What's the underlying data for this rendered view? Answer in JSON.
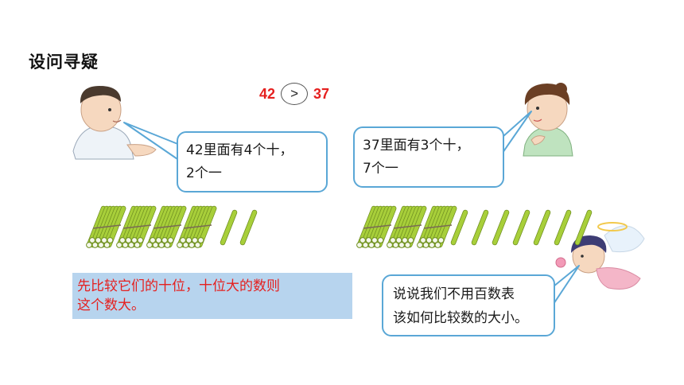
{
  "title": "设问寻疑",
  "comparison": {
    "left": "42",
    "operator": ">",
    "right": "37"
  },
  "bubble_boy": {
    "line1": "42里面有4个十，",
    "line2": "2个一"
  },
  "bubble_girl": {
    "line1": "37里面有3个十，",
    "line2": "7个一"
  },
  "note": {
    "line1": "先比较它们的十位，十位大的数则",
    "line2": "这个数大。"
  },
  "bubble_fairy": {
    "line1": "说说我们不用百数表",
    "line2": "该如何比较数的大小。"
  },
  "sticks": {
    "left": {
      "bundles_of_ten": 4,
      "singles": 2
    },
    "right": {
      "bundles_of_ten": 3,
      "singles": 7
    }
  },
  "colors": {
    "accent_red": "#e5201f",
    "bubble_border": "#5aa7d6",
    "note_bg": "#b7d4ee",
    "stick_green": "#a8cf3a"
  }
}
